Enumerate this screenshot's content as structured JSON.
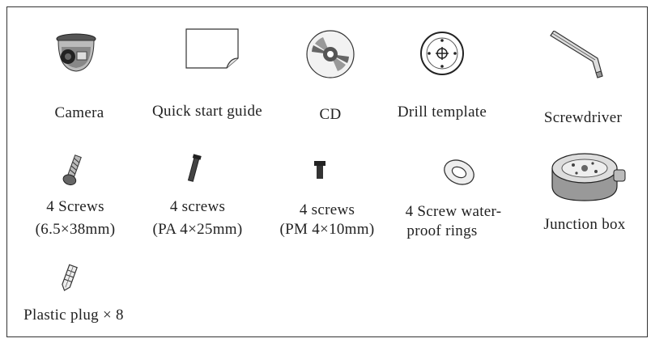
{
  "items": [
    {
      "label": "Camera",
      "icon": "dome-camera-icon"
    },
    {
      "label": "Quick start guide",
      "icon": "document-icon"
    },
    {
      "label": "CD",
      "icon": "cd-icon"
    },
    {
      "label": "Drill template",
      "icon": "drill-template-icon"
    },
    {
      "label": "Screwdriver",
      "icon": "hex-key-icon"
    },
    {
      "line1": "4 Screws",
      "line2": "(6.5×38mm)",
      "icon": "long-screw-icon"
    },
    {
      "line1": "4 screws",
      "line2": "(PA 4×25mm)",
      "icon": "screw-icon"
    },
    {
      "line1": "4 screws",
      "line2": "(PM 4×10mm)",
      "icon": "short-screw-icon"
    },
    {
      "line1": "4 Screw water-",
      "line2": "proof rings",
      "icon": "ring-icon"
    },
    {
      "label": "Junction box",
      "icon": "junction-box-icon"
    },
    {
      "label": "Plastic plug × 8",
      "icon": "plastic-plug-icon"
    }
  ]
}
